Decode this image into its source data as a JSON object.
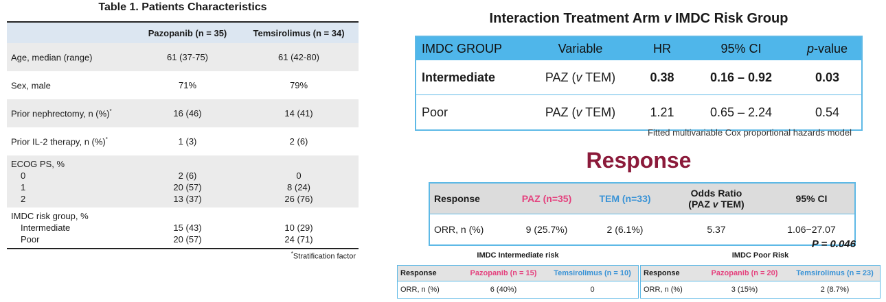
{
  "table1": {
    "title": "Table 1. Patients Characteristics",
    "headers": [
      "",
      "Pazopanib (n = 35)",
      "Temsirolimus (n = 34)"
    ],
    "rows": [
      {
        "label": "Age, median (range)",
        "sup": "",
        "paz": "61 (37-75)",
        "tem": "61 (42-80)"
      },
      {
        "label": "Sex, male",
        "sup": "",
        "paz": "71%",
        "tem": "79%"
      },
      {
        "label": "Prior nephrectomy, n (%)",
        "sup": "*",
        "paz": "16 (46)",
        "tem": "14 (41)"
      },
      {
        "label": "Prior IL-2 therapy, n (%)",
        "sup": "*",
        "paz": "1 (3)",
        "tem": "2 (6)"
      }
    ],
    "ecog": {
      "label": "ECOG PS, %",
      "sub": [
        "0",
        "1",
        "2"
      ],
      "paz": [
        "2  (6)",
        "20 (57)",
        "13 (37)"
      ],
      "tem": [
        "0",
        "8 (24)",
        "26 (76)"
      ]
    },
    "imdc": {
      "label": "IMDC risk group, %",
      "sub": [
        "Intermediate",
        "Poor"
      ],
      "paz": [
        "15 (43)",
        "20 (57)"
      ],
      "tem": [
        "10 (29)",
        "24 (71)"
      ]
    },
    "footnote": "Stratification factor",
    "footnote_sup": "*"
  },
  "interaction": {
    "title_pre": "Interaction Treatment Arm ",
    "title_v": "v",
    "title_post": " IMDC Risk Group",
    "headers": [
      "IMDC GROUP",
      "Variable",
      "HR",
      "95% CI"
    ],
    "header_p": "p",
    "header_value": "-value",
    "var_pre": "PAZ (",
    "var_v": "v",
    "var_post": " TEM)",
    "rows": [
      {
        "group": "Intermediate",
        "hr": "0.38",
        "ci": "0.16 – 0.92",
        "p": "0.03"
      },
      {
        "group": "Poor",
        "hr": "1.21",
        "ci": "0.65 – 2.24",
        "p": "0.54"
      }
    ],
    "footnote": "Fitted multivariable Cox proportional hazards model"
  },
  "response": {
    "title": "Response",
    "headers": {
      "response": "Response",
      "paz": "PAZ (n=35)",
      "tem": "TEM (n=33)",
      "or_line1": "Odds Ratio",
      "or_line2_pre": "(PAZ ",
      "or_line2_v": "v",
      "or_line2_post": " TEM)",
      "ci": "95% CI"
    },
    "row": {
      "label": "ORR, n (%)",
      "paz": "9 (25.7%)",
      "tem": "2 (6.1%)",
      "or": "5.37",
      "ci": "1.06−27.07"
    },
    "p_label": "P",
    "p_value": " = 0.046"
  },
  "small": {
    "intermediate": {
      "title": "IMDC Intermediate risk",
      "headers": [
        "Response",
        "Pazopanib (n = 15)",
        "Temsirolimus (n = 10)"
      ],
      "row": [
        "ORR, n (%)",
        "6 (40%)",
        "0"
      ]
    },
    "poor": {
      "title": "IMDC Poor Risk",
      "headers": [
        "Response",
        "Pazopanib (n = 20)",
        "Temsirolimus (n = 23)"
      ],
      "row": [
        "ORR, n (%)",
        "3 (15%)",
        "2 (8.7%)"
      ]
    }
  }
}
